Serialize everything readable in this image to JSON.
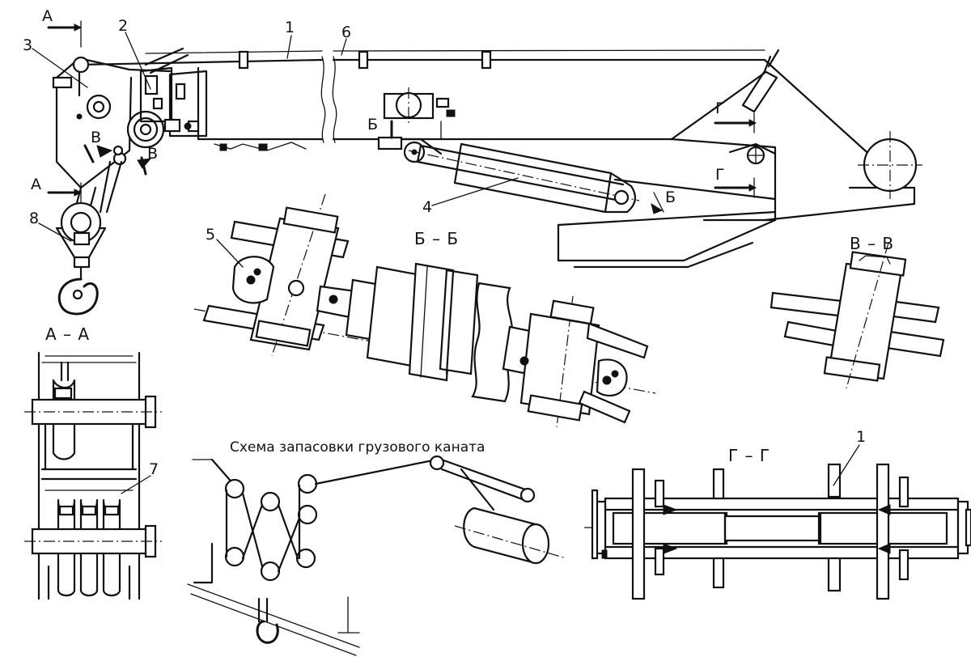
{
  "labels": {
    "n1": "1",
    "n2": "2",
    "n3": "3",
    "n4": "4",
    "n5": "5",
    "n6": "6",
    "n7": "7",
    "n8": "8",
    "n1_gg": "1",
    "cut_a_top": "А",
    "cut_a_bottom": "А",
    "cut_b_top": "Б",
    "cut_b_bottom": "Б",
    "cut_v_left": "В",
    "cut_v_right": "В",
    "cut_g_top": "Г",
    "cut_g_bottom": "Г"
  },
  "sections": {
    "aa": "А  –  А",
    "bb": "Б  –  Б",
    "vv": "В  –  В",
    "gg": "Г  –  Г"
  },
  "scheme_caption": "Схема запасовки грузового каната"
}
